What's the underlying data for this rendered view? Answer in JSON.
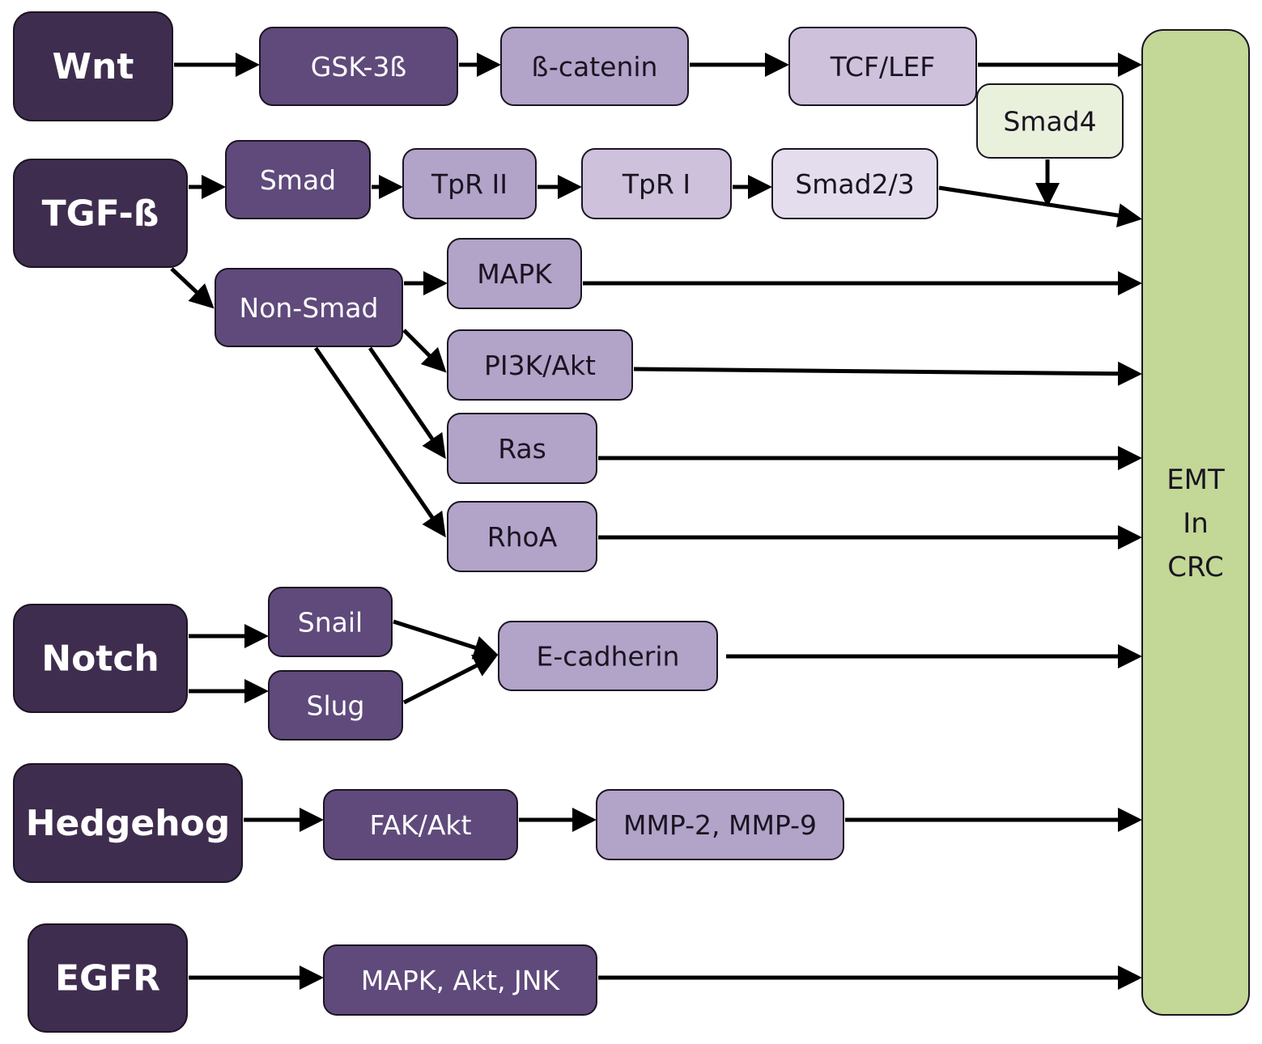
{
  "colors": {
    "root": "#3f2d4f",
    "medium": "#5f4a7b",
    "light": "#b2a3c9",
    "lighter": "#cdc1dc",
    "lightest": "#e4dded",
    "pale_green": "#e9f0dc",
    "green": "#c3d797",
    "arrow": "#000000"
  },
  "nodes": [
    {
      "id": "wnt",
      "label": "Wnt",
      "level": "root"
    },
    {
      "id": "gsk",
      "label": "GSK-3ß",
      "level": "medium"
    },
    {
      "id": "bcat",
      "label": "ß-catenin",
      "level": "light"
    },
    {
      "id": "tcf",
      "label": "TCF/LEF",
      "level": "lighter"
    },
    {
      "id": "smad4",
      "label": "Smad4",
      "level": "pale_green"
    },
    {
      "id": "tgf",
      "label": "TGF-ß",
      "level": "root"
    },
    {
      "id": "smad",
      "label": "Smad",
      "level": "medium"
    },
    {
      "id": "tpr2",
      "label": "TpR II",
      "level": "light"
    },
    {
      "id": "tpr1",
      "label": "TpR I",
      "level": "lighter"
    },
    {
      "id": "smad23",
      "label": "Smad2/3",
      "level": "lightest"
    },
    {
      "id": "nonsmad",
      "label": "Non-Smad",
      "level": "medium"
    },
    {
      "id": "mapk",
      "label": "MAPK",
      "level": "light"
    },
    {
      "id": "pi3k",
      "label": "PI3K/Akt",
      "level": "light"
    },
    {
      "id": "ras",
      "label": "Ras",
      "level": "light"
    },
    {
      "id": "rhoa",
      "label": "RhoA",
      "level": "light"
    },
    {
      "id": "notch",
      "label": "Notch",
      "level": "root"
    },
    {
      "id": "snail",
      "label": "Snail",
      "level": "medium"
    },
    {
      "id": "slug",
      "label": "Slug",
      "level": "medium"
    },
    {
      "id": "ecad",
      "label": "E-cadherin",
      "level": "light"
    },
    {
      "id": "hedgehog",
      "label": "Hedgehog",
      "level": "root"
    },
    {
      "id": "fak",
      "label": "FAK/Akt",
      "level": "medium"
    },
    {
      "id": "mmp",
      "label": "MMP-2, MMP-9",
      "level": "light"
    },
    {
      "id": "egfr",
      "label": "EGFR",
      "level": "root"
    },
    {
      "id": "mak",
      "label": "MAPK, Akt, JNK",
      "level": "medium"
    }
  ],
  "target": {
    "id": "emt",
    "lines": [
      "EMT",
      "In",
      "CRC"
    ],
    "level": "green"
  },
  "edges": [
    {
      "from": "wnt",
      "to": "gsk"
    },
    {
      "from": "gsk",
      "to": "bcat"
    },
    {
      "from": "bcat",
      "to": "tcf"
    },
    {
      "from": "tcf",
      "to": "emt"
    },
    {
      "from": "tgf",
      "to": "smad"
    },
    {
      "from": "smad",
      "to": "tpr2"
    },
    {
      "from": "tpr2",
      "to": "tpr1"
    },
    {
      "from": "tpr1",
      "to": "smad23"
    },
    {
      "from": "smad23",
      "to": "emt"
    },
    {
      "from": "smad4",
      "to": "smad23-emt"
    },
    {
      "from": "tgf",
      "to": "nonsmad"
    },
    {
      "from": "nonsmad",
      "to": "mapk"
    },
    {
      "from": "mapk",
      "to": "emt"
    },
    {
      "from": "nonsmad",
      "to": "pi3k"
    },
    {
      "from": "pi3k",
      "to": "emt"
    },
    {
      "from": "nonsmad",
      "to": "ras"
    },
    {
      "from": "ras",
      "to": "emt"
    },
    {
      "from": "nonsmad",
      "to": "rhoa"
    },
    {
      "from": "rhoa",
      "to": "emt"
    },
    {
      "from": "notch",
      "to": "snail"
    },
    {
      "from": "notch",
      "to": "slug"
    },
    {
      "from": "snail",
      "to": "ecad"
    },
    {
      "from": "slug",
      "to": "ecad"
    },
    {
      "from": "ecad",
      "to": "emt"
    },
    {
      "from": "hedgehog",
      "to": "fak"
    },
    {
      "from": "fak",
      "to": "mmp"
    },
    {
      "from": "mmp",
      "to": "emt"
    },
    {
      "from": "egfr",
      "to": "mak"
    },
    {
      "from": "mak",
      "to": "emt"
    }
  ]
}
